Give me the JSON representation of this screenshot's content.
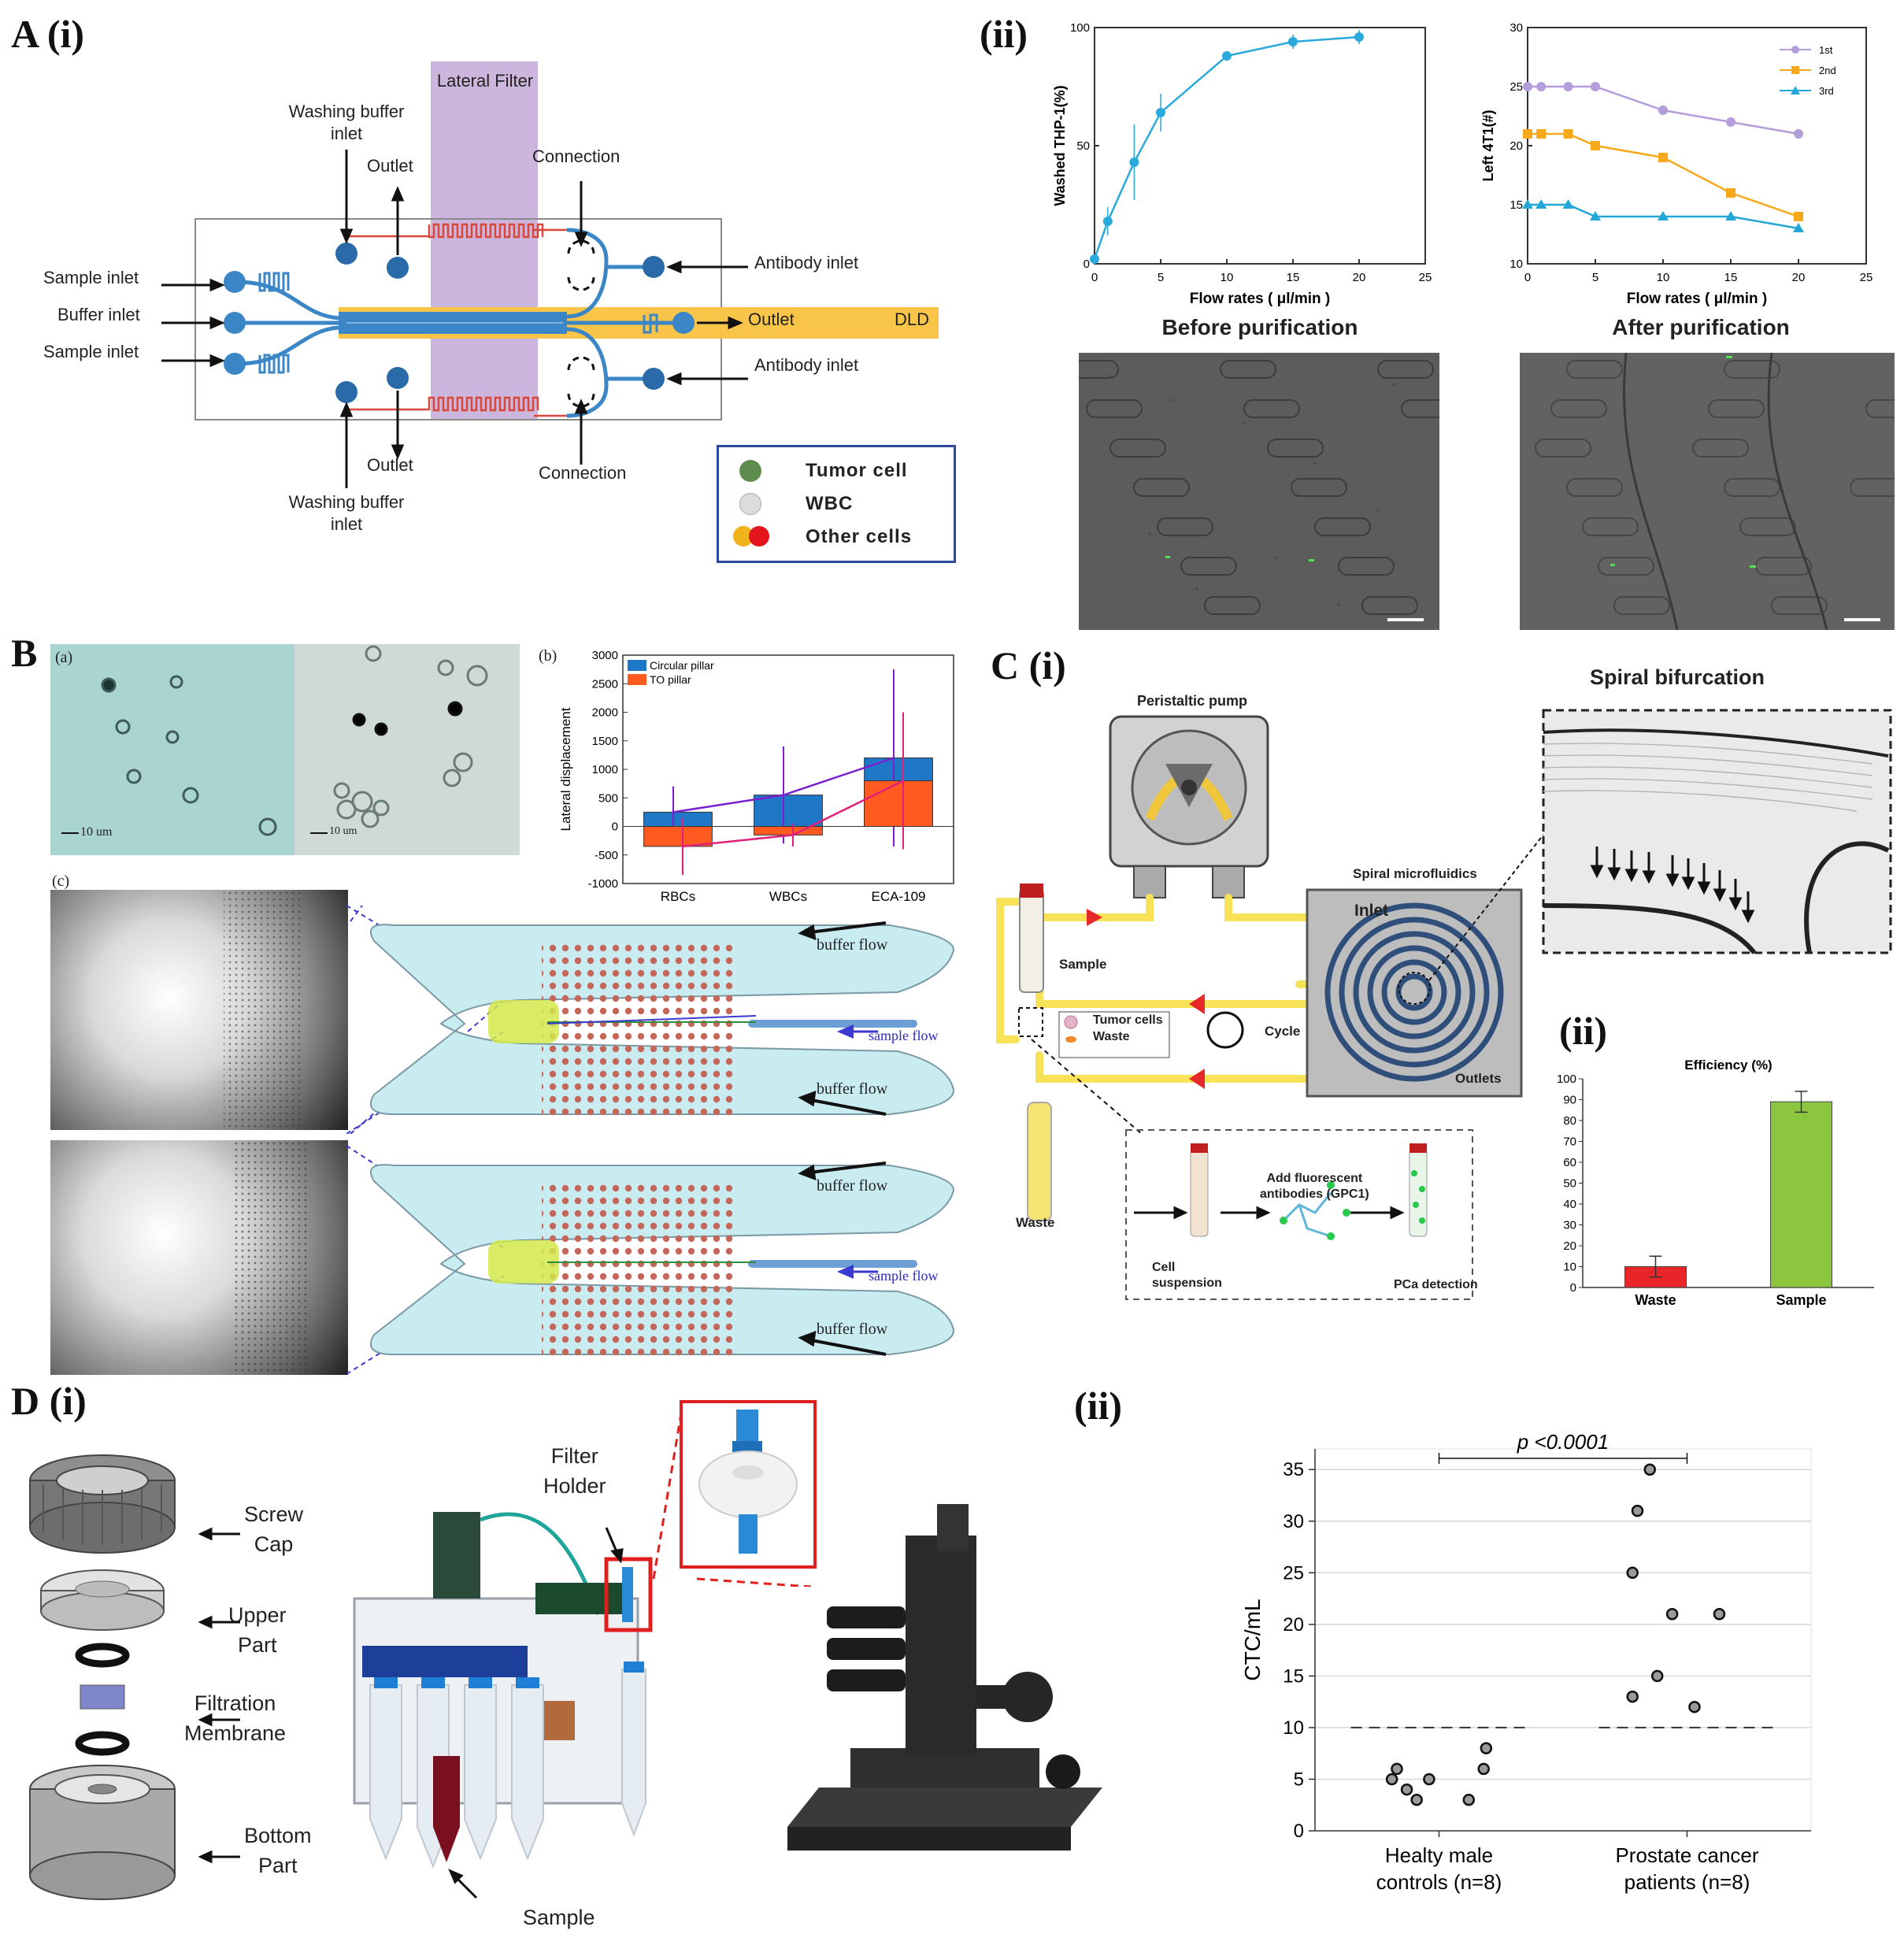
{
  "panels": {
    "A": "A (i)",
    "A_ii": "(ii)",
    "B": "B",
    "C": "C (i)",
    "C_ii": "(ii)",
    "D": "D (i)",
    "D_ii": "(ii)"
  },
  "A_device": {
    "lateral_filter": "Lateral Filter",
    "washing_top": "Washing buffer\ninlet",
    "outlet_top": "Outlet",
    "connection_top": "Connection",
    "sample_inlet_1": "Sample inlet",
    "buffer_inlet": "Buffer inlet",
    "sample_inlet_2": "Sample inlet",
    "antibody_inlet_1": "Antibody inlet",
    "outlet_mid": "Outlet",
    "dld": "DLD",
    "antibody_inlet_2": "Antibody inlet",
    "outlet_bottom": "Outlet",
    "connection_bottom": "Connection",
    "washing_bottom": "Washing buffer\ninlet",
    "legend": {
      "tumor": "Tumor cell",
      "wbc": "WBC",
      "other": "Other cells"
    },
    "colors": {
      "channel": "#3b86c6",
      "filter": "#d9473a",
      "dld_band": "#f9c548",
      "lateral": "#cdb6dd",
      "tumor": "#5e8c4e",
      "wbc": "#dcdcdc",
      "other_a": "#f0b31a",
      "other_b": "#e3141c"
    }
  },
  "A_ii_charts": {
    "before": "Before purification",
    "after": "After purification"
  },
  "chart_data": [
    {
      "id": "washed-thp1",
      "type": "line",
      "xlabel": "Flow rates ( μl/min )",
      "ylabel": "Washed THP-1(%)",
      "xlim": [
        0,
        25
      ],
      "ylim": [
        0,
        100
      ],
      "xticks": [
        0,
        5,
        10,
        15,
        20,
        25
      ],
      "yticks": [
        0,
        50,
        100
      ],
      "series": [
        {
          "x": [
            0,
            1,
            3,
            5,
            10,
            15,
            20
          ],
          "y": [
            2,
            18,
            43,
            64,
            88,
            94,
            96
          ],
          "err": [
            1,
            6,
            16,
            8,
            1,
            3,
            3
          ],
          "color": "#29a9dc"
        }
      ]
    },
    {
      "id": "left-4t1",
      "type": "line",
      "xlabel": "Flow rates ( μl/min )",
      "ylabel": "Left 4T1(#)",
      "xlim": [
        0,
        25
      ],
      "ylim": [
        10,
        30
      ],
      "xticks": [
        0,
        5,
        10,
        15,
        20,
        25
      ],
      "yticks": [
        10,
        15,
        20,
        25,
        30
      ],
      "legend": [
        "1st",
        "2nd",
        "3rd"
      ],
      "series": [
        {
          "name": "1st",
          "x": [
            0,
            1,
            3,
            5,
            10,
            15,
            20
          ],
          "y": [
            25,
            25,
            25,
            25,
            23,
            22,
            21
          ],
          "color": "#b39ddb",
          "marker": "circle"
        },
        {
          "name": "2nd",
          "x": [
            0,
            1,
            3,
            5,
            10,
            15,
            20
          ],
          "y": [
            21,
            21,
            21,
            20,
            19,
            16,
            14
          ],
          "color": "#f7a91b",
          "marker": "square"
        },
        {
          "name": "3rd",
          "x": [
            0,
            1,
            3,
            5,
            10,
            15,
            20
          ],
          "y": [
            15,
            15,
            15,
            14,
            14,
            14,
            13
          ],
          "color": "#22a7d6",
          "marker": "triangle"
        }
      ]
    },
    {
      "id": "lateral-displacement",
      "type": "bar",
      "ylabel": "Lateral displacement",
      "categories": [
        "RBCs",
        "WBCs",
        "ECA-109"
      ],
      "ylim": [
        -1000,
        3000
      ],
      "yticks": [
        -1000,
        -500,
        0,
        500,
        1000,
        1500,
        2000,
        2500,
        3000
      ],
      "legend": [
        "Circular pillar",
        "TO pillar"
      ],
      "series": [
        {
          "name": "Circular pillar",
          "values": [
            250,
            550,
            1200
          ],
          "err": [
            450,
            850,
            1550
          ],
          "color": "#1f77c8",
          "line_color": "#7b1fd0"
        },
        {
          "name": "TO pillar",
          "values": [
            -350,
            -150,
            800
          ],
          "err": [
            500,
            200,
            1200
          ],
          "color": "#ff5a1f",
          "line_color": "#e0207a"
        }
      ]
    },
    {
      "id": "efficiency",
      "type": "bar",
      "title": "Efficiency (%)",
      "categories": [
        "Waste",
        "Sample"
      ],
      "values": [
        10,
        89
      ],
      "err": [
        5,
        5
      ],
      "colors": [
        "#e8262a",
        "#8cc63f"
      ],
      "ylim": [
        0,
        100
      ],
      "yticks": [
        0,
        10,
        20,
        30,
        40,
        50,
        60,
        70,
        80,
        90,
        100
      ]
    },
    {
      "id": "ctc-ml",
      "type": "scatter",
      "ylabel": "CTC/mL",
      "categories": [
        "Healty male\ncontrols (n=8)",
        "Prostate cancer\npatients (n=8)"
      ],
      "ylim": [
        0,
        37
      ],
      "yticks": [
        0,
        5,
        10,
        15,
        20,
        25,
        30,
        35
      ],
      "annotation": "p <0.0001",
      "threshold": 10,
      "groups": [
        {
          "points": [
            [
              -0.17,
              6
            ],
            [
              -0.19,
              5
            ],
            [
              -0.13,
              4
            ],
            [
              -0.09,
              3
            ],
            [
              -0.04,
              5
            ],
            [
              0.12,
              3
            ],
            [
              0.18,
              6
            ],
            [
              0.19,
              8
            ]
          ]
        },
        {
          "points": [
            [
              -0.15,
              35
            ],
            [
              -0.2,
              31
            ],
            [
              -0.22,
              25
            ],
            [
              -0.06,
              21
            ],
            [
              0.13,
              21
            ],
            [
              -0.12,
              15
            ],
            [
              -0.22,
              13
            ],
            [
              0.03,
              12
            ]
          ]
        }
      ]
    }
  ],
  "B_sub": {
    "a": "(a)",
    "b": "(b)",
    "c": "(c)",
    "scale1": "10 um",
    "scale2": "10 um",
    "buffer_flow": "buffer flow",
    "sample_flow": "sample flow"
  },
  "C_device": {
    "pump": "Peristaltic pump",
    "spiral_title": "Spiral bifurcation",
    "spiral_microfluidics": "Spiral microfluidics",
    "inlet": "Inlet",
    "sample": "Sample",
    "tumor_cells": "Tumor cells",
    "waste_legend": "Waste",
    "cycle": "Cycle",
    "outlets": "Outlets",
    "waste_tube": "Waste",
    "cell_suspension": "Cell\nsuspension",
    "add_antibodies": "Add fluorescent\nantibodies (GPC1)",
    "pca_detection": "PCa detection"
  },
  "D_device": {
    "screw_cap": "Screw\nCap",
    "upper_part": "Upper\nPart",
    "filtration_membrane": "Filtration\nMembrane",
    "bottom_part": "Bottom\nPart",
    "filter_holder": "Filter\nHolder",
    "sample": "Sample"
  }
}
